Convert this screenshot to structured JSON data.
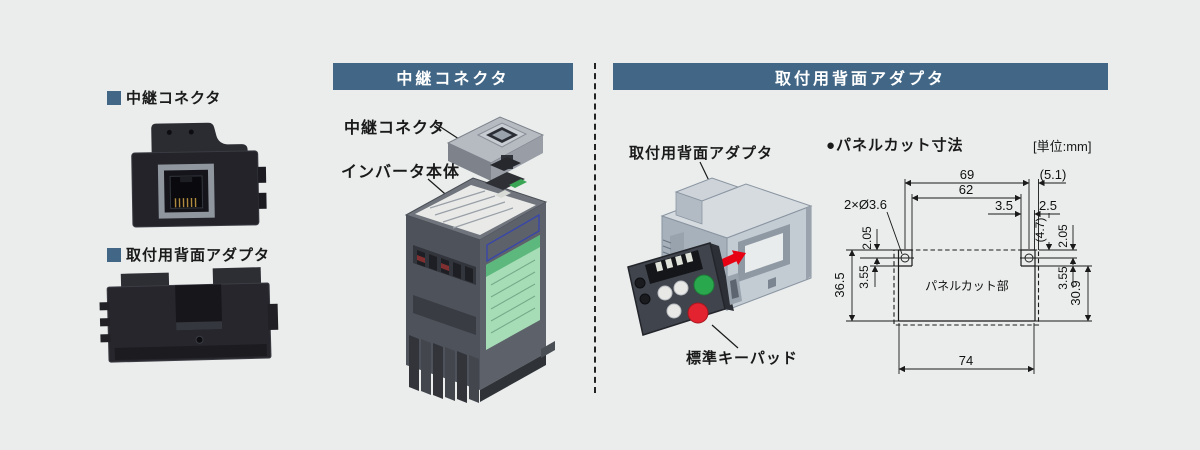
{
  "page": {
    "background": "#eaedec"
  },
  "left_column": {
    "items": [
      {
        "label": "中継コネクタ"
      },
      {
        "label": "取付用背面アダプタ"
      }
    ]
  },
  "middle_section": {
    "header": "中継コネクタ",
    "callout_connector": "中継コネクタ",
    "callout_inverter": "インバータ本体"
  },
  "right_section": {
    "header": "取付用背面アダプタ",
    "callout_adapter": "取付用背面アダプタ",
    "callout_keypad": "標準キーパッド",
    "drawing": {
      "title": "●パネルカット寸法",
      "unit": "[単位:mm]",
      "hole_label": "2×Ø3.6",
      "area_label": "パネルカット部",
      "dims": {
        "w69": "69",
        "w62": "62",
        "w74": "74",
        "d35": "3.5",
        "d25": "2.5",
        "d51": "(5.1)",
        "d205l": "2.05",
        "d355l": "3.55",
        "d365": "36.5",
        "d47": "(4.7)",
        "d205r": "2.05",
        "d355r": "3.55",
        "d309": "30.9"
      }
    }
  },
  "colors": {
    "header_bar": "#426786",
    "bullet": "#426786",
    "arrow_red": "#e60012",
    "drawing_line": "#1a1a1a",
    "keypad_green": "#2aa84e",
    "keypad_red": "#e32330"
  }
}
